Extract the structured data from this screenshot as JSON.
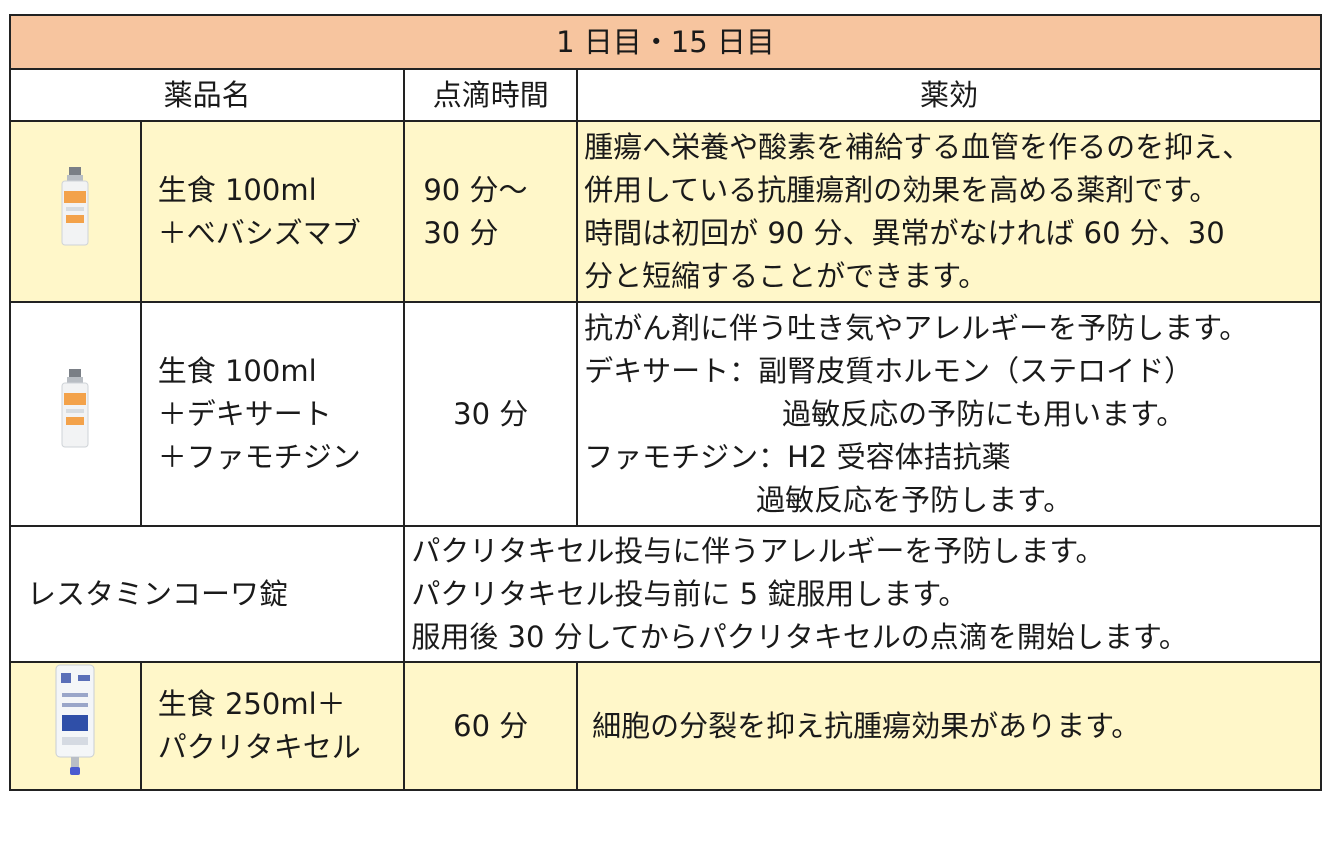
{
  "title": "1 日目・15 日目",
  "headers": {
    "name": "薬品名",
    "time": "点滴時間",
    "effect": "薬効"
  },
  "rows": [
    {
      "image": "saline-bottle-100ml",
      "name_lines": [
        "生食 100ml",
        "＋べバシズマブ"
      ],
      "time_lines": [
        "90 分～",
        "30 分"
      ],
      "effect_lines": [
        "腫瘍へ栄養や酸素を補給する血管を作るのを抑え、",
        "併用している抗腫瘍剤の効果を高める薬剤です。",
        "時間は初回が 90 分、異常がなければ 60 分、30",
        "分と短縮することができます。"
      ]
    },
    {
      "image": "saline-bottle-100ml",
      "name_lines": [
        "生食 100ml",
        "＋デキサート",
        "＋ファモチジン"
      ],
      "time_lines": [
        "30 分"
      ],
      "effect_lines": [
        "抗がん剤に伴う吐き気やアレルギーを予防します。",
        "デキサート：副腎皮質ホルモン（ステロイド）",
        "過敏反応の予防にも用います。",
        "ファモチジン：H2 受容体拮抗薬",
        "過敏反応を予防します。"
      ]
    },
    {
      "name_lines": [
        "レスタミンコーワ錠"
      ],
      "effect_lines": [
        "パクリタキセル投与に伴うアレルギーを予防します。",
        "パクリタキセル投与前に 5 錠服用します。",
        "服用後 30 分してからパクリタキセルの点滴を開始します。"
      ]
    },
    {
      "image": "saline-bag-250ml",
      "name_lines": [
        "生食 250ml＋",
        "パクリタキセル"
      ],
      "time_lines": [
        "60 分"
      ],
      "effect_lines": [
        "細胞の分裂を抑え抗腫瘍効果があります。"
      ]
    }
  ],
  "colors": {
    "title_bg": "#f7c59f",
    "highlight_bg": "#fff7c9",
    "border": "#222222"
  }
}
